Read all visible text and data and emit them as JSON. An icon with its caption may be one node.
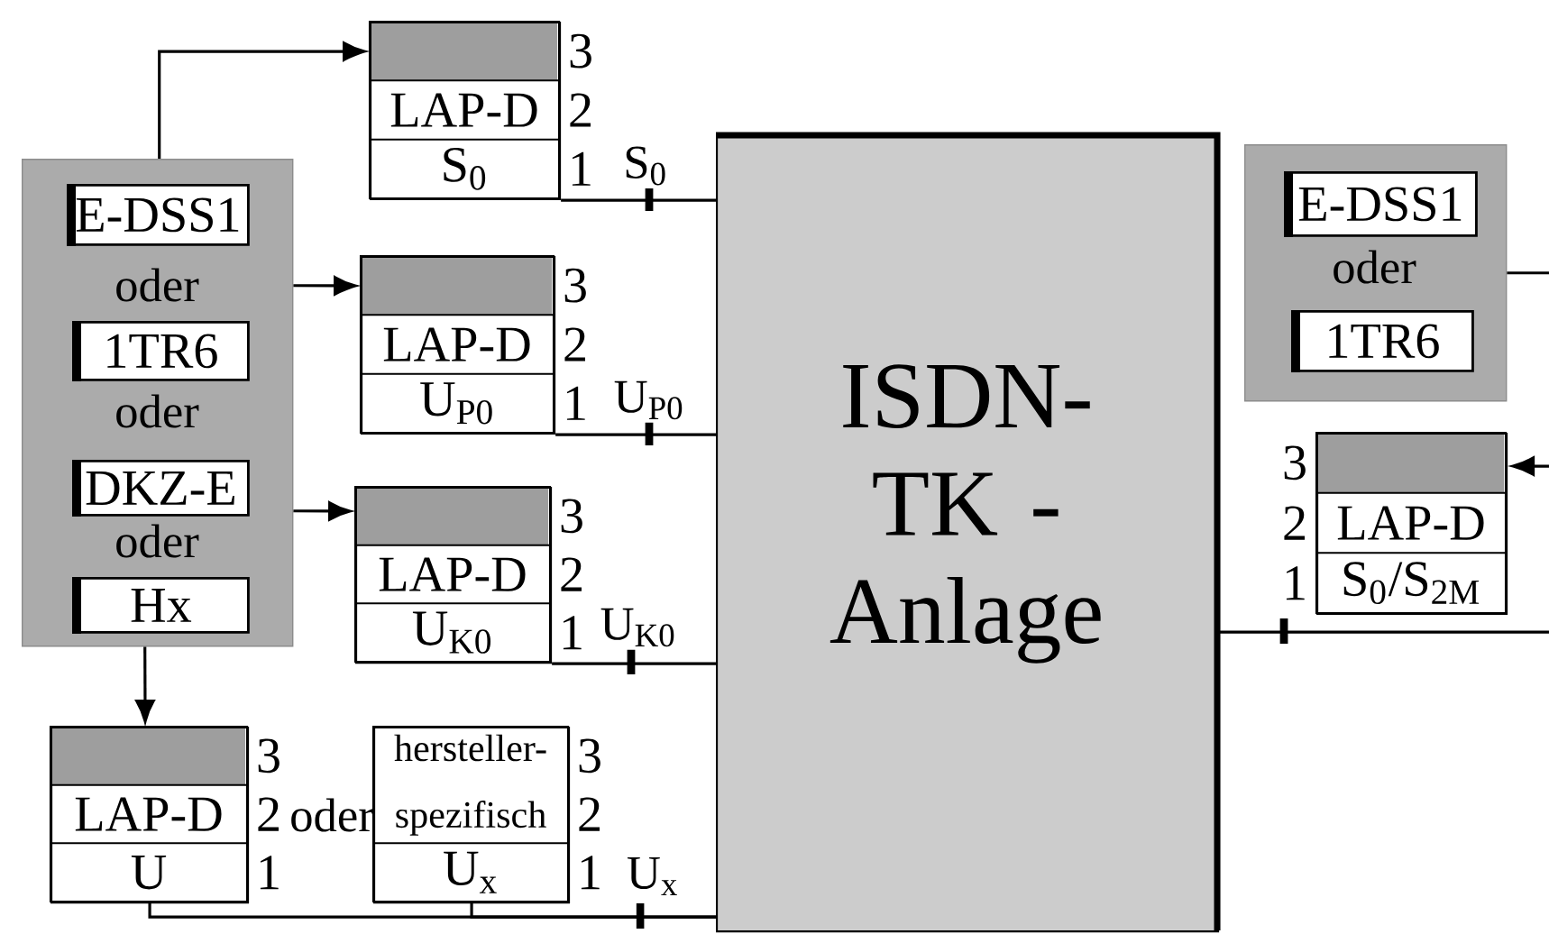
{
  "diagram": {
    "nodes": [
      {
        "text": [
          "oder",
          "oder",
          "oder"
        ]
      },
      {
        "text": [
          "E-DSS1"
        ],
        "in": 0
      },
      {
        "text": [
          "1TR6"
        ],
        "in": 0
      },
      {
        "text": [
          "DKZ-E"
        ],
        "in": 0
      },
      {
        "text": [
          "Hx"
        ],
        "in": 0
      },
      {
        "text": [
          "LAP-D",
          "S$_{0}$"
        ],
        "beside": [
          "3",
          "2",
          "1"
        ]
      },
      {
        "text": [
          "LAP-D",
          "U$_{P0}$"
        ],
        "beside": [
          "3",
          "2",
          "1"
        ]
      },
      {
        "text": [
          "LAP-D",
          "U$_{K0}$"
        ],
        "beside": [
          "3",
          "2",
          "1"
        ]
      },
      {
        "text": [
          "LAP-D",
          "U"
        ],
        "beside": [
          "3",
          "2",
          "1"
        ]
      },
      {
        "text": [
          "hersteller- spezifisch",
          "U$_{x}$"
        ],
        "beside": [
          "3",
          "2",
          "1"
        ]
      },
      {
        "text": [
          "ISDN- TK - Anlage"
        ]
      },
      {
        "text": [
          "oder"
        ]
      },
      {
        "text": [
          "E-DSS1"
        ],
        "in": 11
      },
      {
        "text": [
          "1TR6"
        ],
        "in": 11
      },
      {
        "text": [
          "LAP-D",
          "S$_{0}$/S$_{2M}$"
        ],
        "beside": [
          "3",
          "2",
          "1"
        ]
      }
    ],
    "edges": [
      {
        "from": 0,
        "to": 5,
        "arrow": "to"
      },
      {
        "from": 0,
        "to": 6,
        "arrow": "to"
      },
      {
        "from": 0,
        "to": 7,
        "arrow": "to"
      },
      {
        "from": 0,
        "to": 8,
        "arrow": "to"
      },
      {
        "from": 5,
        "to": 10,
        "arrow": "none",
        "label": "S$_{0}$"
      },
      {
        "from": 6,
        "to": 10,
        "arrow": "none",
        "label": "U$_{P0}$"
      },
      {
        "from": 7,
        "to": 10,
        "arrow": "none",
        "label": "U$_{K0}$"
      },
      {
        "from": 8,
        "to": 10,
        "arrow": "none"
      },
      {
        "from": 9,
        "to": 10,
        "arrow": "none",
        "label": "U$_{x}$"
      },
      {
        "from": 11,
        "to": null,
        "arrow": "none"
      },
      {
        "from": null,
        "to": 14,
        "arrow": "to"
      },
      {
        "from": 10,
        "to": null,
        "arrow": "none"
      }
    ],
    "labels": [
      "oder"
    ]
  }
}
